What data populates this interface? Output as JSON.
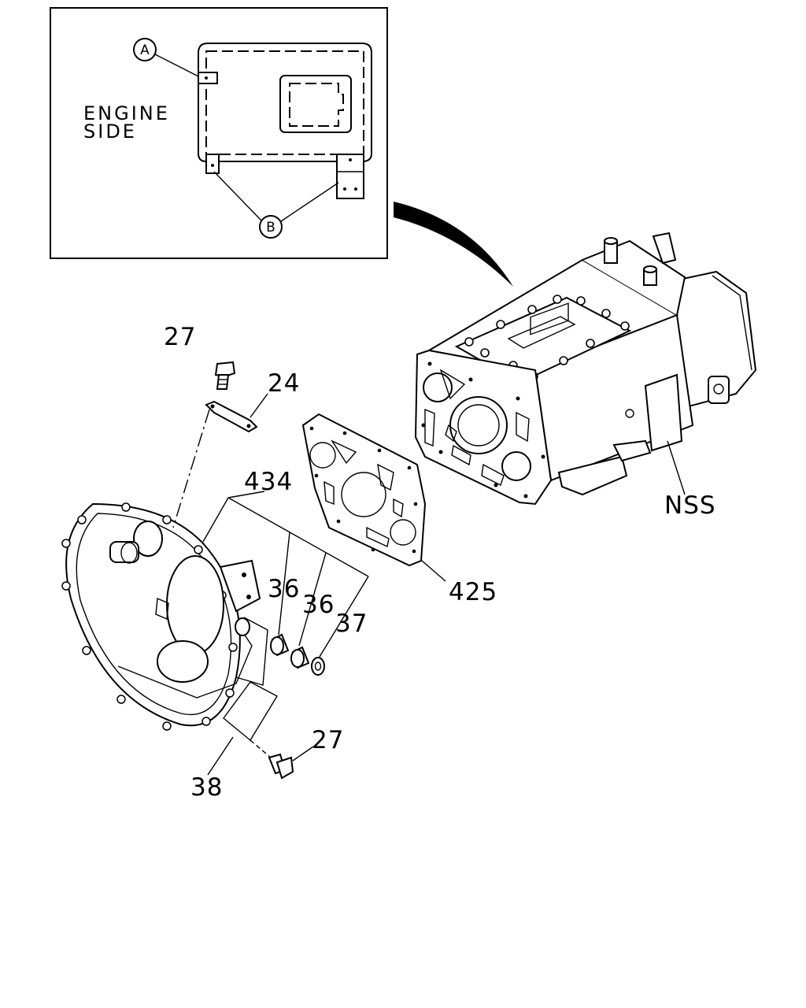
{
  "inset": {
    "side_label_line1": "ENGINE",
    "side_label_line2": "SIDE",
    "marker_a": "A",
    "marker_b": "B"
  },
  "callouts": {
    "bolt_top": "27",
    "bracket": "24",
    "kit": "434",
    "gasket": "425",
    "bushing_1": "36",
    "bushing_2": "36",
    "washer": "37",
    "bolt_bottom": "27",
    "cover": "38",
    "transmission": "NSS"
  }
}
